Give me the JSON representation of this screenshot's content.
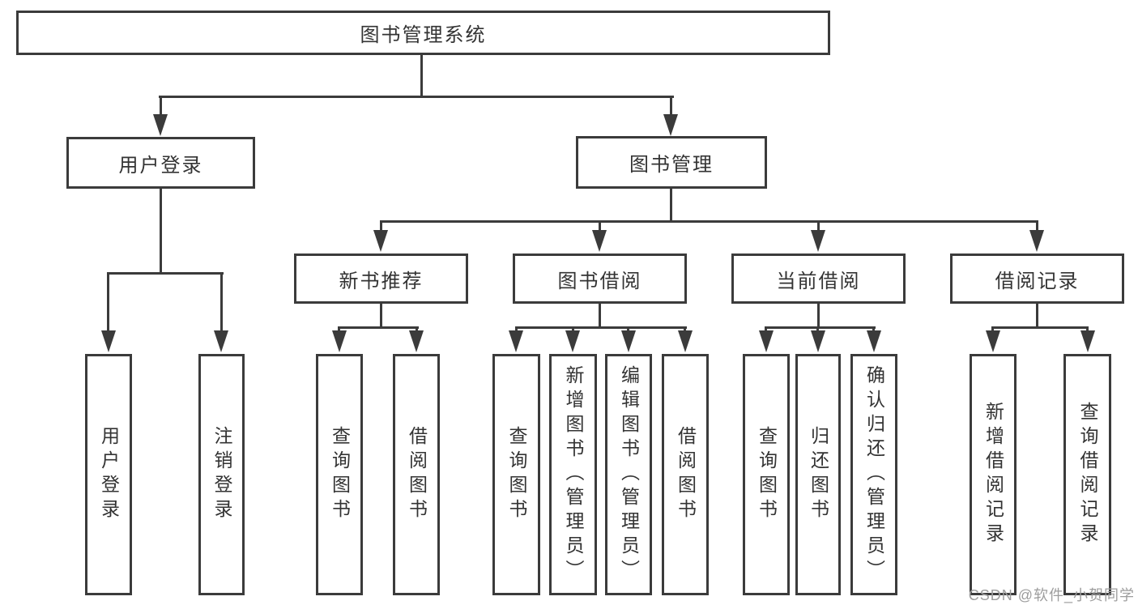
{
  "diagram": {
    "root": {
      "label": "图书管理系统",
      "children": [
        {
          "label": "用户登录",
          "children": [
            {
              "label": "用户登录"
            },
            {
              "label": "注销登录"
            }
          ]
        },
        {
          "label": "图书管理",
          "children": [
            {
              "label": "新书推荐",
              "children": [
                {
                  "label": "查询图书"
                },
                {
                  "label": "借阅图书"
                }
              ]
            },
            {
              "label": "图书借阅",
              "children": [
                {
                  "label": "查询图书"
                },
                {
                  "label": "新增图书（管理员）"
                },
                {
                  "label": "编辑图书（管理员）"
                },
                {
                  "label": "借阅图书"
                }
              ]
            },
            {
              "label": "当前借阅",
              "children": [
                {
                  "label": "查询图书"
                },
                {
                  "label": "归还图书"
                },
                {
                  "label": "确认归还（管理员）"
                }
              ]
            },
            {
              "label": "借阅记录",
              "children": [
                {
                  "label": "新增借阅记录"
                },
                {
                  "label": "查询借阅记录"
                }
              ]
            }
          ]
        }
      ]
    }
  },
  "watermark": {
    "text": "CSDN @软件_小贺同学"
  },
  "colors": {
    "line": "#3b3b3b",
    "text": "#333333",
    "watermark": "#9d9d9d",
    "background": "#ffffff"
  }
}
